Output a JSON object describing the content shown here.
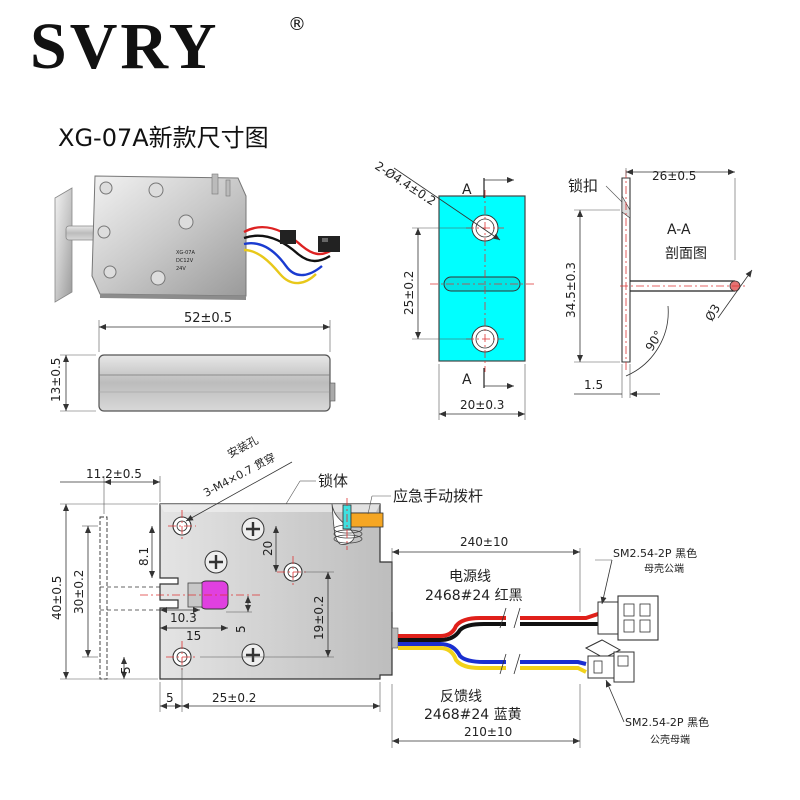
{
  "brand": {
    "name": "SVRY",
    "registered": "®"
  },
  "title": "XG-07A新款尺寸图",
  "top_view": {
    "dim_length": "52±0.5",
    "dim_height": "13±0.5",
    "photo_label_lines": [
      "XG-07A",
      "DC12V",
      "24V"
    ]
  },
  "plate_view": {
    "hole_callout": "2-Ø4.4±0.2",
    "section_mark": "A",
    "dim_hole_pitch": "25±0.2",
    "dim_width": "20±0.3",
    "plate_color": "#00ffff"
  },
  "section_view": {
    "part_label": "锁扣",
    "dim_top": "26±0.5",
    "title": "A-A",
    "subtitle": "剖面图",
    "dim_height": "34.5±0.3",
    "dim_dia": "Ø3",
    "angle": "90°",
    "dim_thickness": "1.5"
  },
  "front_view": {
    "mount_hole_label": "安装孔",
    "mount_hole_spec": "3-M4×0.7 贯穿",
    "body_label": "锁体",
    "lever_label": "应急手动拨杆",
    "dims": {
      "d_11_2": "11.2±0.5",
      "d_8_1": "8.1",
      "d_20": "20",
      "d_40": "40±0.5",
      "d_30": "30±0.2",
      "d_10_3": "10.3",
      "d_15": "15",
      "d_5_inner": "5",
      "d_19": "19±0.2",
      "d_5_left": "5",
      "d_5_bottom": "5",
      "d_25": "25±0.2"
    },
    "bolt_color": "#e040e0",
    "lever_color": "#f5a623"
  },
  "wiring": {
    "dim_240": "240±10",
    "dim_210": "210±10",
    "power_label": "电源线",
    "power_spec": "2468#24 红黑",
    "feedback_label": "反馈线",
    "feedback_spec": "2468#24 蓝黄",
    "connector_female_spec": "SM2.54-2P 黑色",
    "connector_female_desc": "母壳公端",
    "connector_male_spec": "SM2.54-2P 黑色",
    "connector_male_desc": "公壳母端",
    "wire_colors": {
      "red": "#e0201a",
      "black": "#111111",
      "blue": "#1a2fd0",
      "yellow": "#f2d21a"
    }
  }
}
